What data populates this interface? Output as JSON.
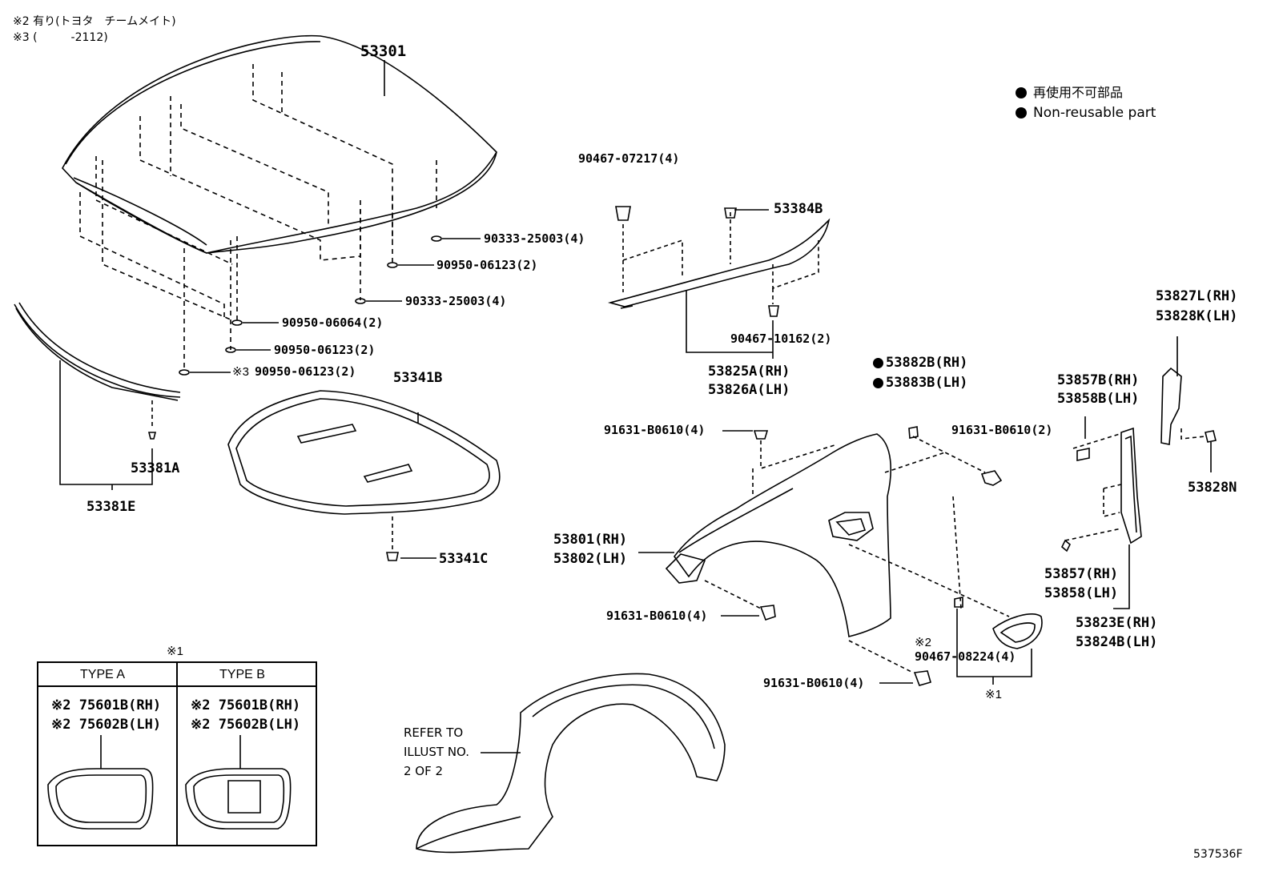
{
  "notes": {
    "note2": "※2 有り(トヨタ　チームメイト)",
    "note3": "※3 (　　　-2112)"
  },
  "legend": {
    "jp": "再使用不可部品",
    "en": "Non-reusable part"
  },
  "parts": {
    "hood": "53301",
    "clip_90333_a": "90333-25003(4)",
    "cushion_90950_a": "90950-06123(2)",
    "clip_90333_b": "90333-25003(4)",
    "cushion_90950_b": "90950-06064(2)",
    "cushion_90950_c": "90950-06123(2)",
    "cushion_90950_d_mark": "※3",
    "cushion_90950_d": "90950-06123(2)",
    "seal_clip": "53381A",
    "seal": "53381E",
    "insulator": "53341B",
    "insulator_clip": "53341C",
    "seal_upper_clip": "90467-07217(4)",
    "seal_upper_pin": "53384B",
    "seal_upper_clip_b": "90467-10162(2)",
    "seal_rh": "53825A(RH)",
    "seal_lh": "53826A(LH)",
    "fender_nr_rh": "53882B(RH)",
    "fender_nr_lh": "53883B(LH)",
    "bolt_top": "91631-B0610(4)",
    "bolt_right": "91631-B0610(2)",
    "fender_rh": "53801(RH)",
    "fender_lh": "53802(LH)",
    "bolt_lower": "91631-B0610(4)",
    "bolt_bottom": "91631-B0610(4)",
    "clip_mark": "※2",
    "clip_08224": "90467-08224(4)",
    "type_mark": "※1",
    "bracket_rh": "53827L(RH)",
    "bracket_lh": "53828K(LH)",
    "spacer_rh": "53857B(RH)",
    "spacer_lh": "53858B(LH)",
    "stopper": "53828N",
    "spacer2_rh": "53857(RH)",
    "spacer2_lh": "53858(LH)",
    "liner_rh": "53823E(RH)",
    "liner_lh": "53824B(LH)"
  },
  "types": {
    "header_mark": "※1",
    "type_a": {
      "title": "TYPE A",
      "line1": "※2 75601B(RH)",
      "line2": "※2 75602B(LH)"
    },
    "type_b": {
      "title": "TYPE B",
      "line1": "※2 75601B(RH)",
      "line2": "※2 75602B(LH)"
    }
  },
  "refer": {
    "line1": "REFER TO",
    "line2": "ILLUST NO.",
    "line3": "2 OF 2"
  },
  "illustration_id": "537536F"
}
